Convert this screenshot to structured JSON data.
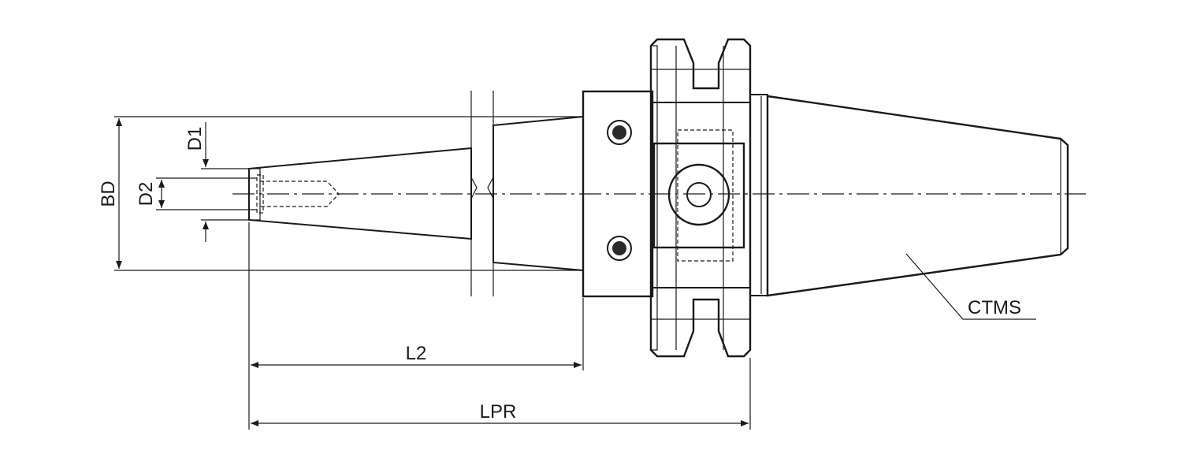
{
  "labels": {
    "bd": "BD",
    "d1": "D1",
    "d2": "D2",
    "l2": "L2",
    "lpr": "LPR",
    "ctms": "CTMS"
  }
}
